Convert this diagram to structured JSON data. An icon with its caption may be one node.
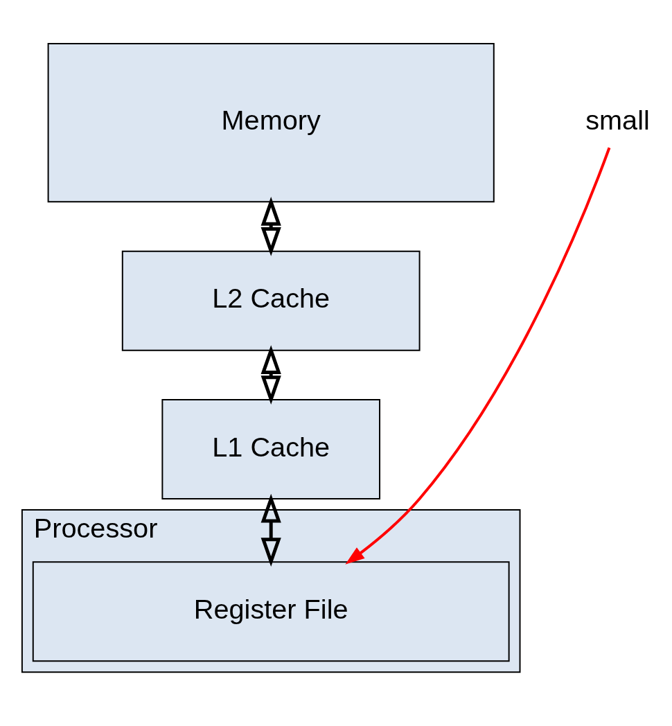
{
  "diagram": {
    "nodes": [
      {
        "text": [
          "Memory"
        ]
      },
      {
        "text": [
          "L2 Cache"
        ]
      },
      {
        "text": [
          "L1 Cache"
        ]
      },
      {
        "text": [
          "Processor"
        ]
      },
      {
        "text": [
          "Register File"
        ],
        "in": 3
      },
      {
        "text": [
          "small"
        ]
      }
    ],
    "edges": [
      {
        "from": 0,
        "to": 1,
        "arrow": "both"
      },
      {
        "from": 1,
        "to": 2,
        "arrow": "both"
      },
      {
        "from": 2,
        "to": 4,
        "arrow": "both"
      },
      {
        "from": 5,
        "to": 4,
        "arrow": "to",
        "color": "#ff0000"
      }
    ]
  }
}
